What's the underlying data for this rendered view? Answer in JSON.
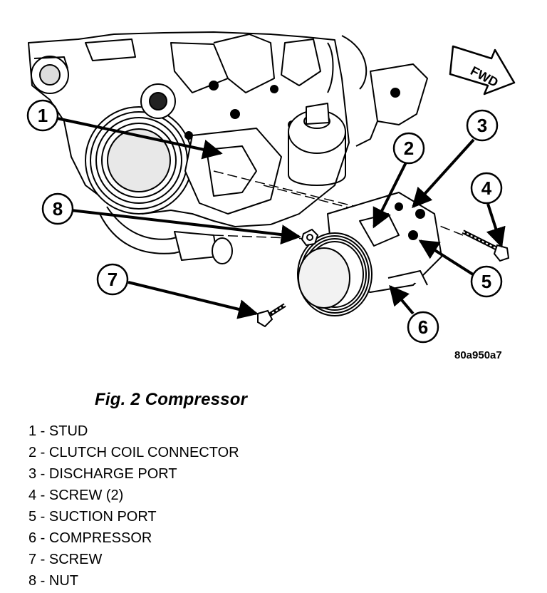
{
  "figure": {
    "code": "80a950a7",
    "title": "Fig. 2 Compressor",
    "fwd_label": "FWD"
  },
  "callouts": [
    "1",
    "2",
    "3",
    "4",
    "5",
    "6",
    "7",
    "8"
  ],
  "legend": [
    "1 - STUD",
    "2 - CLUTCH COIL CONNECTOR",
    "3 - DISCHARGE PORT",
    "4 - SCREW (2)",
    "5 - SUCTION PORT",
    "6 - COMPRESSOR",
    "7 - SCREW",
    "8 - NUT"
  ]
}
